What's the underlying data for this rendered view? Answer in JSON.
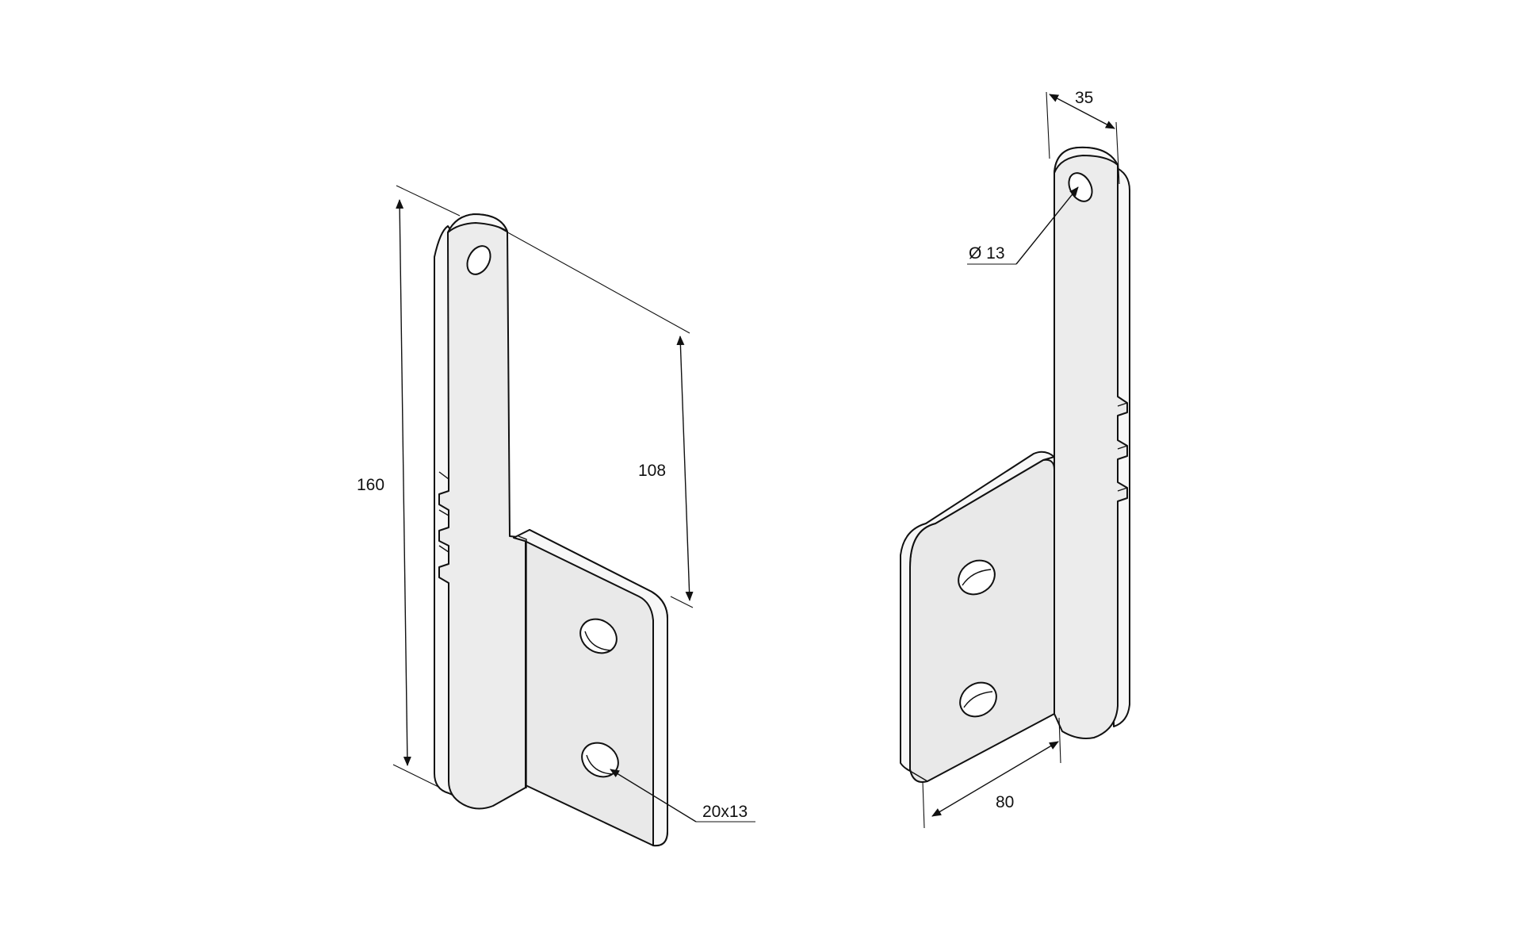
{
  "dimensions": {
    "height_total": "160",
    "height_partial": "108",
    "slot": "20x13",
    "width_top": "35",
    "hole_diameter": "Ø 13",
    "width_base": "80"
  }
}
